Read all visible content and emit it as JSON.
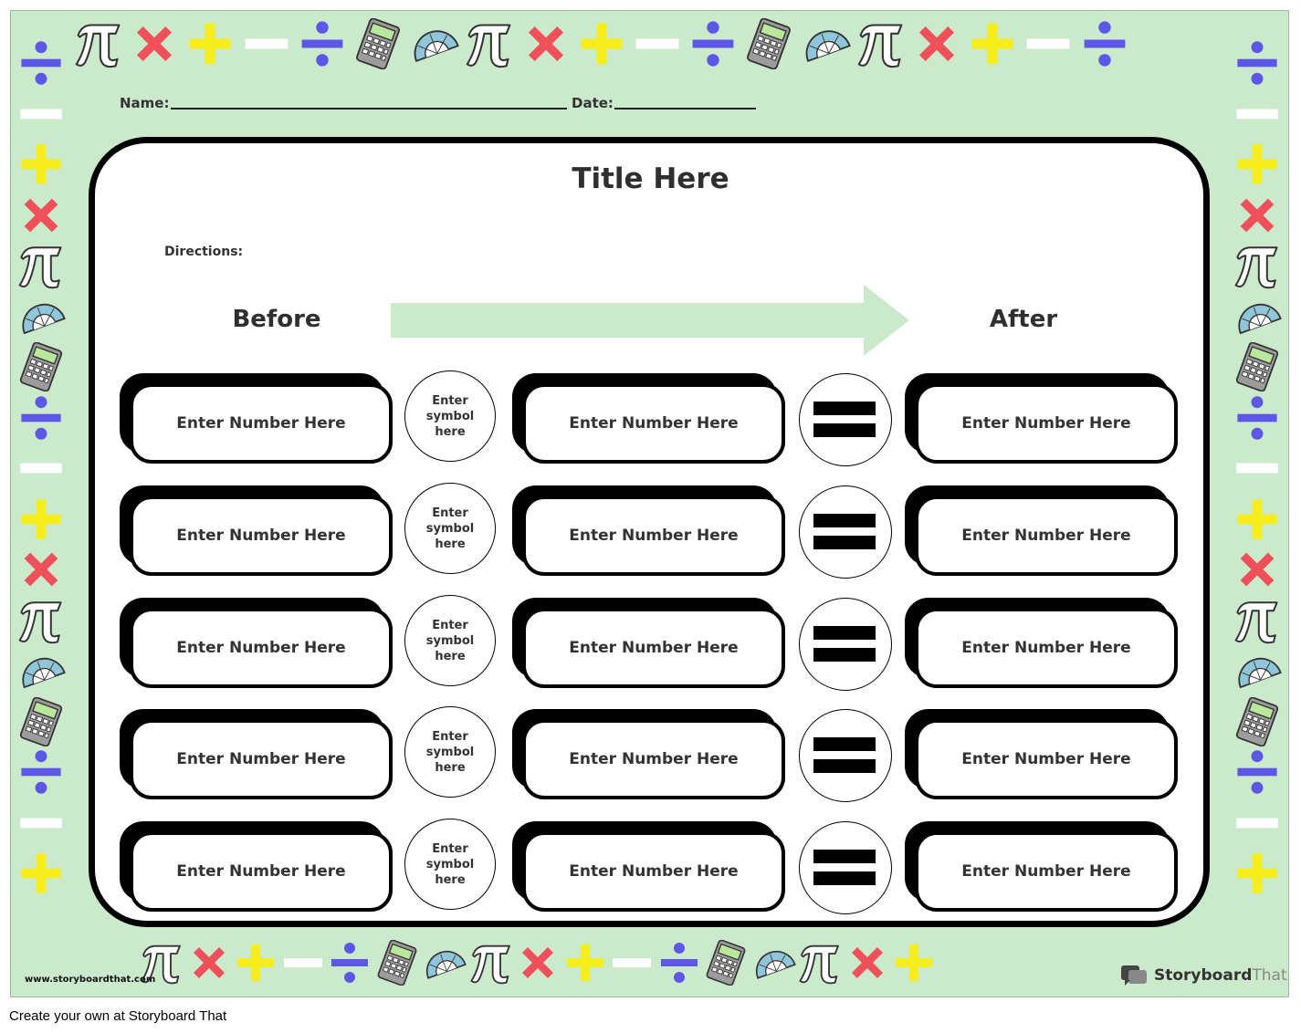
{
  "header": {
    "name_label": "Name:",
    "date_label": "Date:"
  },
  "worksheet": {
    "title": "Title Here",
    "directions_label": "Directions:",
    "before_label": "Before",
    "after_label": "After",
    "rows": [
      {
        "before": "Enter Number Here",
        "symbol": "Enter symbol here",
        "middle": "Enter Number Here",
        "after": "Enter Number Here"
      },
      {
        "before": "Enter Number Here",
        "symbol": "Enter symbol here",
        "middle": "Enter Number Here",
        "after": "Enter Number Here"
      },
      {
        "before": "Enter Number Here",
        "symbol": "Enter symbol here",
        "middle": "Enter Number Here",
        "after": "Enter Number Here"
      },
      {
        "before": "Enter Number Here",
        "symbol": "Enter symbol here",
        "middle": "Enter Number Here",
        "after": "Enter Number Here"
      },
      {
        "before": "Enter Number Here",
        "symbol": "Enter symbol here",
        "middle": "Enter Number Here",
        "after": "Enter Number Here"
      }
    ]
  },
  "footer": {
    "url": "www.storyboardthat.com",
    "brand_bold": "Storyboard",
    "brand_light": "That",
    "create_text": "Create your own at Storyboard That"
  },
  "border_icons": [
    "pi-icon",
    "times-icon",
    "plus-icon",
    "minus-icon",
    "divide-icon",
    "calculator-icon",
    "protractor-icon"
  ],
  "colors": {
    "background": "#cbeacc",
    "arrow": "#cbeacc",
    "times": "#f0505a",
    "plus": "#f5ee1c",
    "minus": "#ffffff",
    "divide": "#5c57e6",
    "calculator": "#b9e79c"
  }
}
